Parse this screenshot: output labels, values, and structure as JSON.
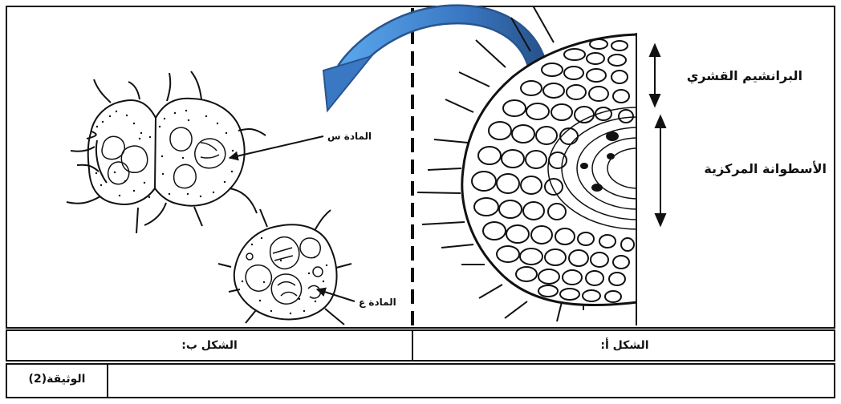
{
  "labels": {
    "cortex": "البرانشيم القشري",
    "stele": "الأسطوانة المركزية",
    "substance_s": "المادة س",
    "substance_a": "المادة ع"
  },
  "captions": {
    "figure_b": "الشكل ب:",
    "figure_a": "الشكل أ:",
    "document": "الوثيقة(2)"
  },
  "colors": {
    "line": "#111111",
    "arrow": "#3a78c4",
    "arrow_edge": "#28558e"
  }
}
